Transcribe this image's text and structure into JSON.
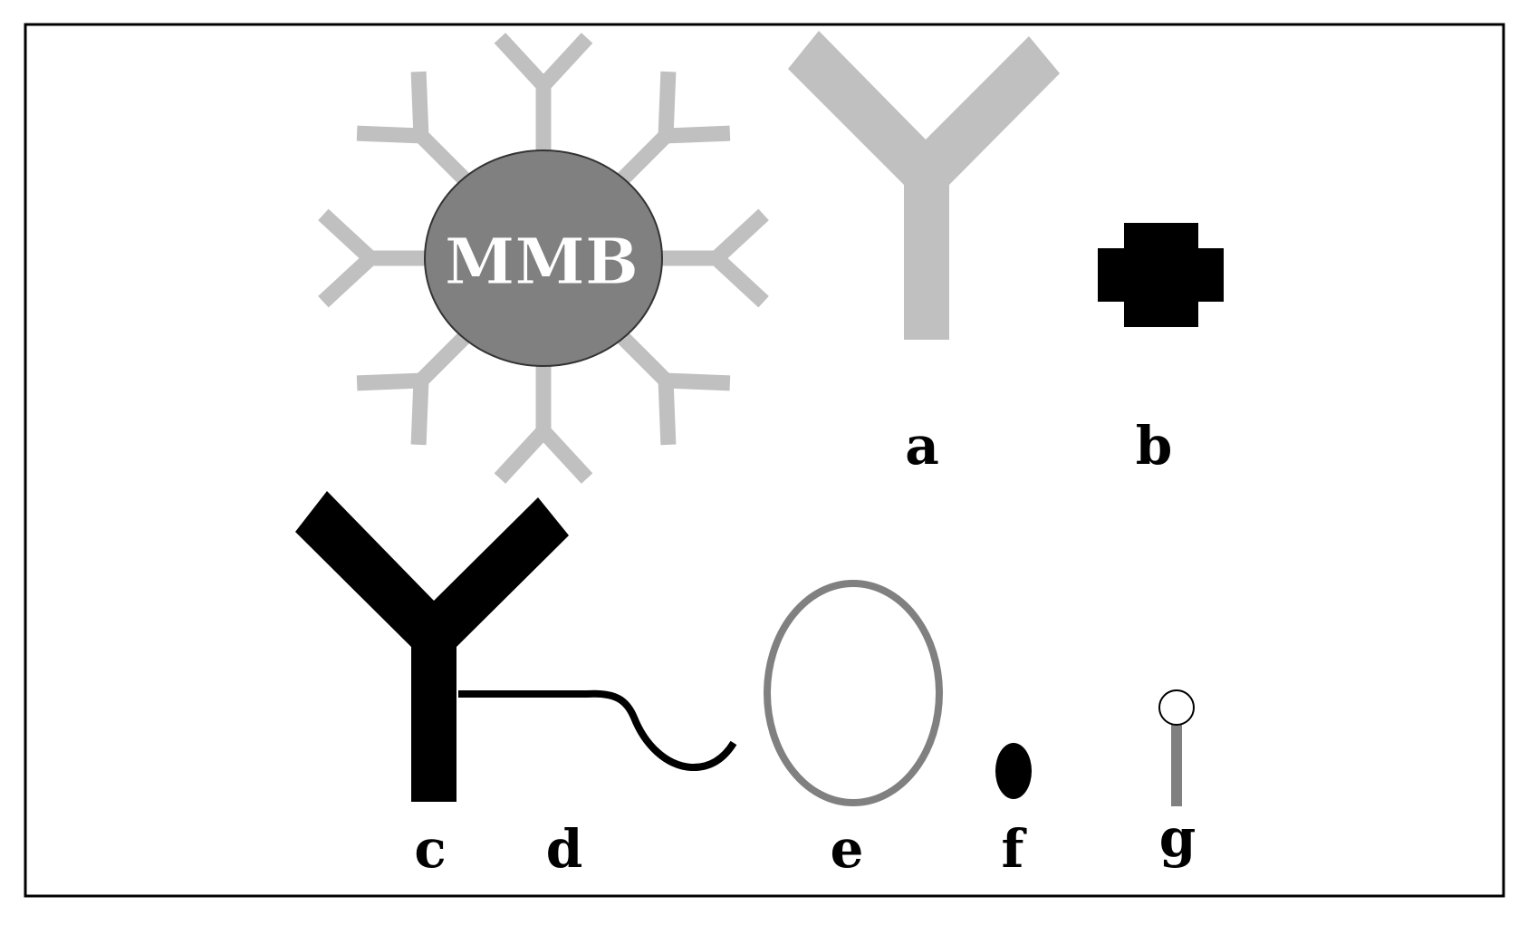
{
  "colors": {
    "frame": "#000000",
    "light_gray": "#c0c0c0",
    "bead_fill": "#808080",
    "ring_gray": "#808080",
    "black": "#000000",
    "white": "#ffffff"
  },
  "bead": {
    "label": "MMB",
    "antibody_count": 8
  },
  "labels": {
    "a": "a",
    "b": "b",
    "c": "c",
    "d": "d",
    "e": "e",
    "f": "f",
    "g": "g"
  },
  "items": [
    {
      "id": "a",
      "depicts": "light-gray-antibody"
    },
    {
      "id": "b",
      "depicts": "black-antigen"
    },
    {
      "id": "c",
      "depicts": "black-antibody"
    },
    {
      "id": "d",
      "depicts": "linker"
    },
    {
      "id": "e",
      "depicts": "ring"
    },
    {
      "id": "f",
      "depicts": "black-dot"
    },
    {
      "id": "g",
      "depicts": "pin-probe"
    }
  ]
}
